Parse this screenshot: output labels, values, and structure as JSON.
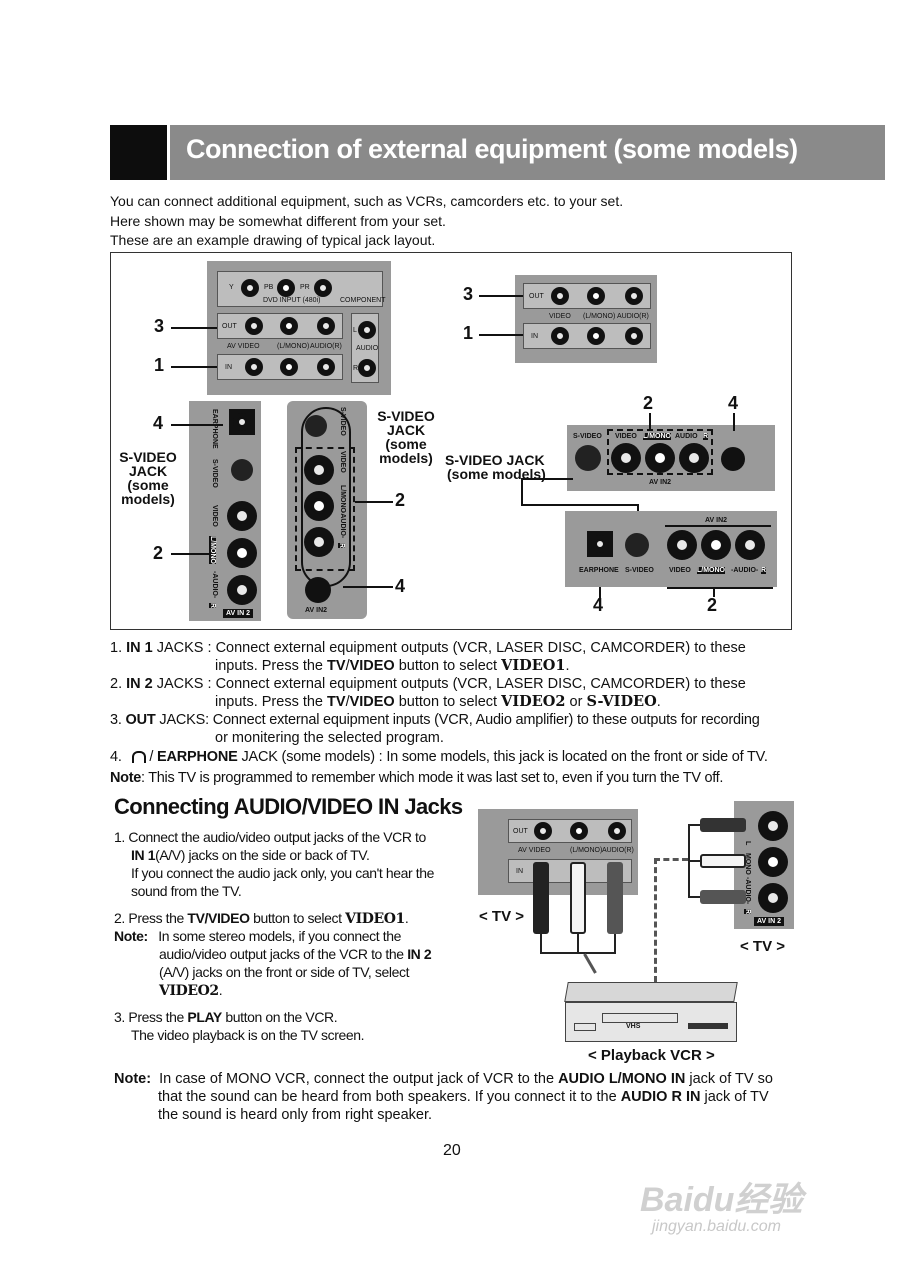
{
  "header": {
    "title": "Connection of external equipment (some models)"
  },
  "intro": [
    "You can connect additional equipment, such as VCRs, camcorders etc. to your set.",
    "Here shown may be somewhat different from your set.",
    "These are an example drawing of typical jack layout."
  ],
  "diagram": {
    "top_left": {
      "y": "Y",
      "pb": "PB",
      "pr": "PR",
      "dvd": "DVD INPUT (480i)",
      "component": "COMPONENT",
      "out": "OUT",
      "av_video": "AV  VIDEO",
      "lmono": "(L/MONO)",
      "audio_r": "AUDIO(R)",
      "in": "IN",
      "l": "L",
      "audio": "AUDIO",
      "r": "R",
      "num3": "3",
      "num1": "1"
    },
    "top_right": {
      "out": "OUT",
      "in": "IN",
      "video": "VIDEO",
      "lmono": "(L/MONO)",
      "audio_r": "AUDIO(R)",
      "num3": "3",
      "num1": "1"
    },
    "side_left": {
      "earphone": "EARPHONE",
      "svideo": "S-VIDEO",
      "video": "VIDEO",
      "lmono": "L/MONO",
      "audio": "-AUDIO-",
      "r": "R",
      "avin2": "AV IN 2",
      "num4": "4",
      "num2": "2",
      "svideo_jack": [
        "S-VIDEO",
        "JACK",
        "(some",
        "models)"
      ]
    },
    "side_mid": {
      "svideo": "S-VIDEO",
      "video": "VIDEO",
      "lmono": "L/MONO",
      "audio": "-AUDIO-",
      "r": "R",
      "avin2": "AV IN2",
      "num2": "2",
      "num4": "4",
      "svideo_jack": [
        "S-VIDEO",
        "JACK",
        "(some",
        "models)"
      ]
    },
    "front_top": {
      "svideo": "S-VIDEO",
      "video": "VIDEO",
      "lmono": "L/MONO",
      "audio": "AUDIO",
      "r": "R",
      "avin2": "AV IN2",
      "num2": "2",
      "num4": "4",
      "svideo_jack": "S-VIDEO JACK",
      "some_models": "(some models)"
    },
    "front_bottom": {
      "avin2": "AV IN2",
      "earphone": "EARPHONE",
      "svideo": "S-VIDEO",
      "video": "VIDEO",
      "lmono": "L/MONO",
      "audio": "-AUDIO-",
      "r": "R",
      "num4": "4",
      "num2": "2"
    }
  },
  "list": {
    "item1_num": "1.",
    "item1_key": "IN 1",
    "item1_jacks": " JACKS : ",
    "item1_text": "Connect external equipment outputs (VCR, LASER DISC, CAMCORDER) to these",
    "item1_text2a": "inputs. Press the ",
    "item1_tv": "TV",
    "item1_slash": "/",
    "item1_video": "VIDEO",
    "item1_text2b": " button to select ",
    "item1_sel": "VIDEO1",
    "item1_dot": ".",
    "item2_num": "2.",
    "item2_key": "IN 2",
    "item2_jacks": " JACKS : ",
    "item2_text": "Connect external equipment outputs (VCR, LASER DISC, CAMCORDER) to these",
    "item2_text2a": "inputs. Press the ",
    "item2_tv": "TV",
    "item2_slash": "/",
    "item2_video": "VIDEO",
    "item2_text2b": " button to select ",
    "item2_sel1": "VIDEO2",
    "item2_or": " or ",
    "item2_sel2": "S-VIDEO",
    "item2_dot": ".",
    "item3_num": "3.",
    "item3_key": "OUT",
    "item3_jacks": " JACKS: ",
    "item3_text": "Connect external equipment inputs (VCR, Audio amplifier) to these outputs for recording",
    "item3_text2": "or monitering the selected program.",
    "item4_num": "4.",
    "item4_slash": " / ",
    "item4_key": "EARPHONE",
    "item4_text": " JACK (some models) : In some models, this jack is located on the front or side of TV.",
    "note_key": "Note",
    "note_text": ": This TV is programmed to remember which mode it was last set to, even if you turn the TV off."
  },
  "section": {
    "title": "Connecting AUDIO/VIDEO IN Jacks",
    "s1_num": "1.",
    "s1_a": "Connect the audio/video output jacks of the VCR to",
    "s1_b_key": "IN 1",
    "s1_b": "(A/V) jacks on the side or back of TV.",
    "s1_c": "If you connect the audio jack only, you can't hear the",
    "s1_d": "sound from the TV.",
    "s2_num": "2.",
    "s2_a": "Press the ",
    "s2_key": "TV/VIDEO",
    "s2_b": " button to select ",
    "s2_sel": "VIDEO1",
    "s2_dot": ".",
    "note_key": "Note:",
    "note_a": "In some stereo models, if you connect the",
    "note_b": "audio/video output jacks of the VCR to the ",
    "note_b_key": "IN 2",
    "note_c": "(A/V) jacks on the front or side of TV, select",
    "note_d_key": "VIDEO2",
    "note_d": ".",
    "s3_num": "3.",
    "s3_a": "Press the ",
    "s3_key": "PLAY",
    "s3_b": " button on the VCR.",
    "s3_c": "The video playback is on the TV screen."
  },
  "vcr_diagram": {
    "out": "OUT",
    "in": "IN",
    "av_video": "AV  VIDEO",
    "lmono": "(L/MONO)",
    "audio_r": "AUDIO(R)",
    "tv_left": "< TV >",
    "tv_right": "< TV >",
    "playback": "< Playback VCR >",
    "avin2": "AV IN 2",
    "side_l": "L",
    "side_mono": "MONO",
    "side_audio": "-AUDIO-",
    "side_r": "R",
    "vhs": "VHS"
  },
  "bottom_note": {
    "key": "Note:",
    "a": "In case of MONO VCR, connect the output jack of VCR to the ",
    "a_key": "AUDIO L/MONO IN",
    "a2": " jack of TV so",
    "b": "that the sound can be heard from both speakers. If you connect it to the ",
    "b_key": "AUDIO R IN",
    "b2": " jack of TV",
    "c": "the sound is heard only from right speaker."
  },
  "page_number": "20",
  "watermark": {
    "brand": "Baidu经验",
    "url": "jingyan.baidu.com"
  }
}
